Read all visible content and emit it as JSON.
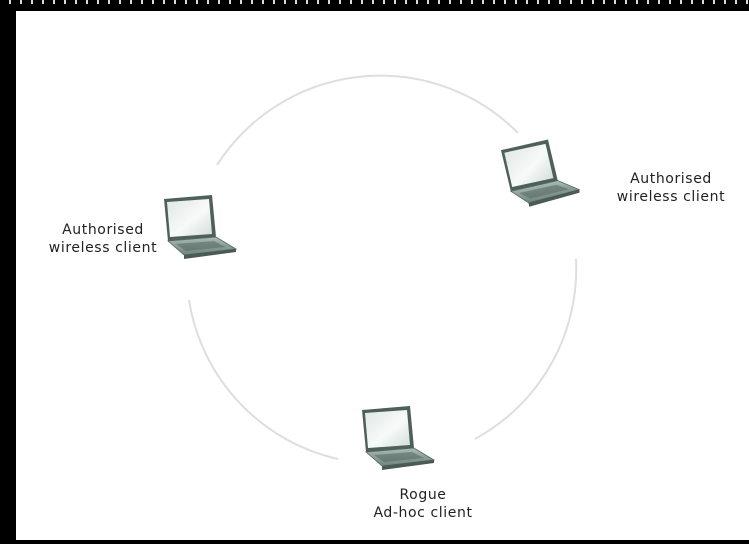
{
  "diagram": {
    "nodes": [
      {
        "id": "left",
        "icon": "laptop-icon",
        "label_line1": "Authorised",
        "label_line2": "wireless client"
      },
      {
        "id": "right",
        "icon": "laptop-icon",
        "label_line1": "Authorised",
        "label_line2": "wireless client"
      },
      {
        "id": "bottom",
        "icon": "laptop-icon",
        "label_line1": "Rogue",
        "label_line2": "Ad-hoc client"
      }
    ],
    "connection": "ring",
    "colors": {
      "ring": "#dedede",
      "laptop_body": "#8ea39d",
      "laptop_screen": "#eef3f1",
      "frame": "#000000"
    }
  }
}
